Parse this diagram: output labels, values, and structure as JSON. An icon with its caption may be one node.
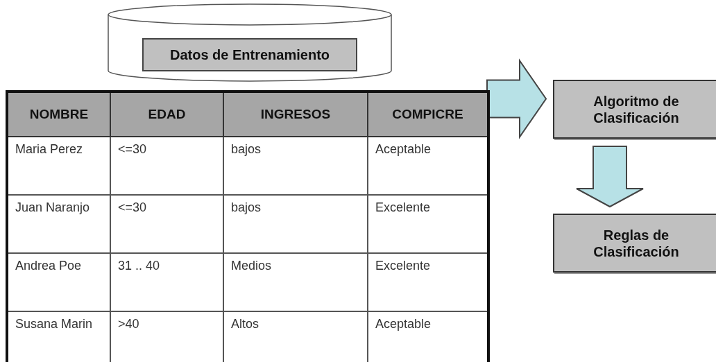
{
  "diagram": {
    "nodes": [
      {
        "text": [
          "Datos de Entrenamiento"
        ]
      },
      {
        "text": [],
        "shape": "box"
      },
      {
        "text": [
          "Algoritmo de Clasificación"
        ]
      },
      {
        "text": [
          "Reglas de Clasificación"
        ]
      }
    ],
    "edges": [
      {
        "from": 1,
        "to": 2,
        "arrow": "to"
      },
      {
        "from": 2,
        "to": 3,
        "arrow": "to"
      }
    ],
    "labels": [
      "NOMBRE",
      "EDAD",
      "INGRESOS",
      "COMPICRE",
      "Maria Perez",
      "<=30",
      "bajos",
      "Aceptable",
      "Juan Naranjo",
      "<=30",
      "bajos",
      "Excelente",
      "Andrea Poe",
      "31 .. 40",
      "Medios",
      "Excelente",
      "Susana Marin",
      ">40",
      "Altos",
      "Aceptable"
    ]
  }
}
